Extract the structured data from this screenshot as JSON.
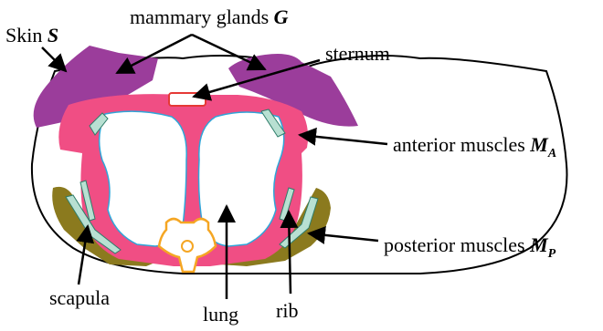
{
  "labels": {
    "skin": "Skin ",
    "skin_symbol": "S",
    "mammary": "mammary glands ",
    "mammary_symbol": "G",
    "sternum": "sternum",
    "anterior": "anterior muscles ",
    "anterior_symbol": "M",
    "anterior_sub": "A",
    "posterior": "posterior muscles ",
    "posterior_symbol": "M",
    "posterior_sub": "P",
    "scapula": "scapula",
    "lung": "lung",
    "rib": "rib"
  },
  "colors": {
    "skin_outline": "#000000",
    "mammary": "#9B3D9B",
    "muscle_anterior": "#F04E84",
    "muscle_posterior": "#8B7A1E",
    "lung_outline": "#2FA6D9",
    "rib_fill": "#B8E0D2",
    "spine": "#F5A623",
    "sternum": "#E53935"
  }
}
